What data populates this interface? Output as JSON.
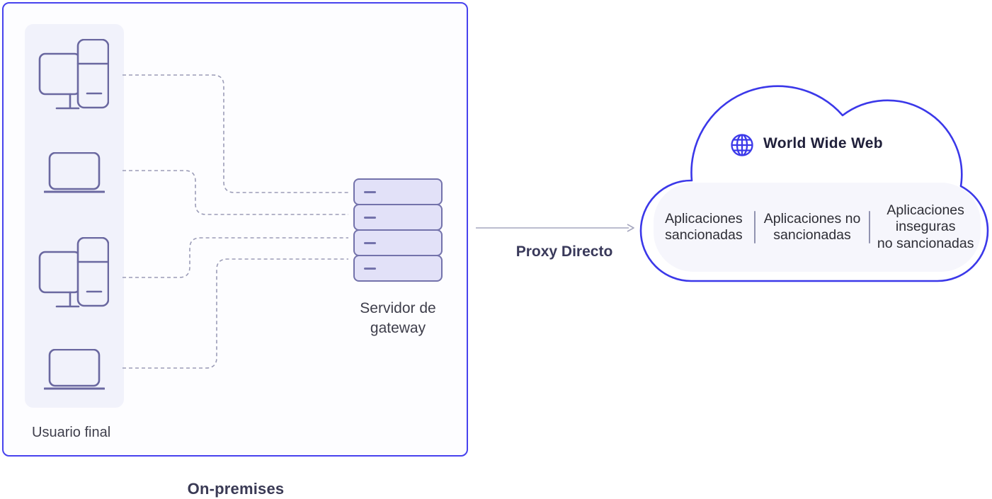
{
  "colors": {
    "accent_blue": "#4742ee",
    "cloud_stroke": "#3b38e9",
    "icon_stroke": "#6a68a0",
    "server_fill": "#e2e1f8",
    "server_stroke": "#7372ab",
    "connector_gray": "#9b9cb7",
    "text_dark": "#3e3e4b",
    "text_navy": "#3a3a55",
    "panel_bg": "#f1f2fb",
    "cloud_panel_bg": "#f6f6fc"
  },
  "on_premises": {
    "label": "On-premises",
    "end_user_label": "Usuario final",
    "devices": [
      "desktop-computer",
      "laptop",
      "desktop-computer",
      "laptop"
    ],
    "gateway_server": {
      "label_line1": "Servidor de",
      "label_line2": "gateway",
      "slab_count": 4
    }
  },
  "proxy": {
    "label": "Proxy Directo"
  },
  "cloud": {
    "www_label": "World Wide Web",
    "columns": [
      {
        "label": "Aplicaciones sancionadas",
        "lines": [
          "Aplicaciones",
          "sancionadas"
        ]
      },
      {
        "label": "Aplicaciones no sancionadas",
        "lines": [
          "Aplicaciones no",
          "sancionadas"
        ]
      },
      {
        "label": "Aplicaciones inseguras no sancionadas",
        "lines": [
          "Aplicaciones",
          "inseguras",
          "no sancionadas"
        ]
      }
    ]
  }
}
